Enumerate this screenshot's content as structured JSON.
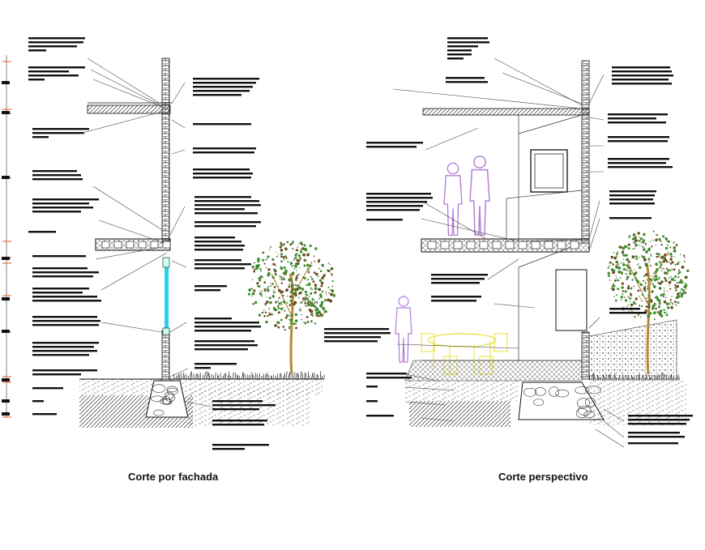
{
  "drawings": [
    {
      "id": "corte-fachada",
      "title": "Corte por fachada"
    },
    {
      "id": "corte-perspectivo",
      "title": "Corte perspectivo"
    }
  ],
  "colors": {
    "background": "#ffffff",
    "ink": "#111111",
    "leader": "#444444",
    "glazing": "#2ad4e6",
    "figures": "#b07cd6",
    "furniture": "#e8e03a",
    "foliage": "#3f8a2e",
    "trunk": "#b58a3a",
    "dimension": "#e05a20"
  },
  "icons": [
    "person-figure-icon",
    "tree-icon",
    "table-chairs-icon",
    "framed-picture-icon"
  ]
}
